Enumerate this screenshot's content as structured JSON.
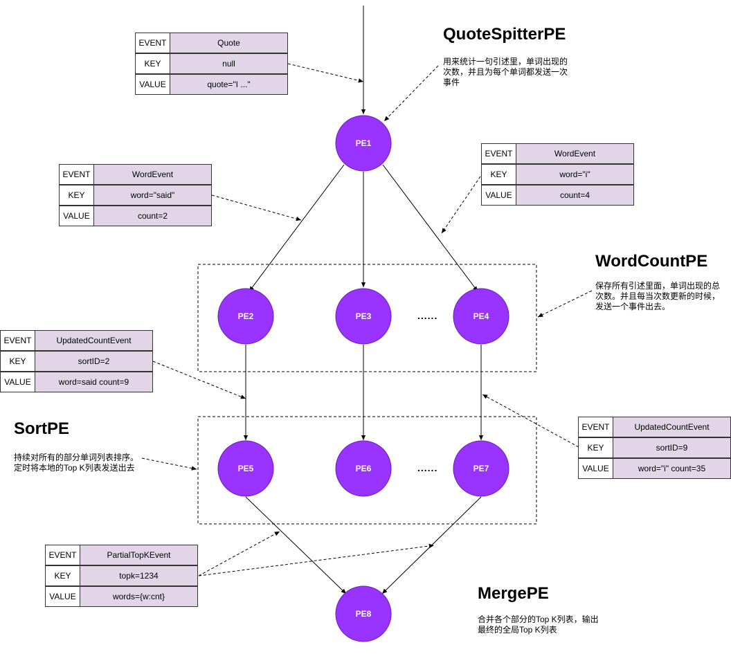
{
  "colors": {
    "node_fill": "#9933ff",
    "node_stroke": "#6a1bbd",
    "value_cell_fill": "#e1d5e7",
    "line": "#000000"
  },
  "nodes": {
    "pe1": "PE1",
    "pe2": "PE2",
    "pe3": "PE3",
    "pe4": "PE4",
    "pe5": "PE5",
    "pe6": "PE6",
    "pe7": "PE7",
    "pe8": "PE8"
  },
  "ellipsis": "......",
  "sections": {
    "quote_spitter": {
      "title": "QuoteSpitterPE",
      "description": "用来统计一句引述里，单词出现的次数，并且为每个单词都发送一次事件"
    },
    "word_count": {
      "title": "WordCountPE",
      "description": "保存所有引述里面，单词出现的总次数。并且每当次数更新的时候，发送一个事件出去。"
    },
    "sort": {
      "title": "SortPE",
      "description": "持续对所有的部分单词列表排序。定时将本地的Top K列表发送出去"
    },
    "merge": {
      "title": "MergePE",
      "description": "合并各个部分的Top K列表，输出最终的全局Top K列表"
    }
  },
  "events": {
    "quote": {
      "rows": [
        {
          "key": "EVENT",
          "value": "Quote"
        },
        {
          "key": "KEY",
          "value": "null"
        },
        {
          "key": "VALUE",
          "value": "quote=\"I ...\""
        }
      ]
    },
    "word_said": {
      "rows": [
        {
          "key": "EVENT",
          "value": "WordEvent"
        },
        {
          "key": "KEY",
          "value": "word=\"said\""
        },
        {
          "key": "VALUE",
          "value": "count=2"
        }
      ]
    },
    "word_i": {
      "rows": [
        {
          "key": "EVENT",
          "value": "WordEvent"
        },
        {
          "key": "KEY",
          "value": "word=\"i\""
        },
        {
          "key": "VALUE",
          "value": "count=4"
        }
      ]
    },
    "updated_said": {
      "rows": [
        {
          "key": "EVENT",
          "value": "UpdatedCountEvent"
        },
        {
          "key": "KEY",
          "value": "sortID=2"
        },
        {
          "key": "VALUE",
          "value": "word=said count=9"
        }
      ]
    },
    "updated_i": {
      "rows": [
        {
          "key": "EVENT",
          "value": "UpdatedCountEvent"
        },
        {
          "key": "KEY",
          "value": "sortID=9"
        },
        {
          "key": "VALUE",
          "value": "word=\"i\" count=35"
        }
      ]
    },
    "partial_topk": {
      "rows": [
        {
          "key": "EVENT",
          "value": "PartialTopKEvent"
        },
        {
          "key": "KEY",
          "value": "topk=1234"
        },
        {
          "key": "VALUE",
          "value": "words={w:cnt}"
        }
      ]
    }
  }
}
